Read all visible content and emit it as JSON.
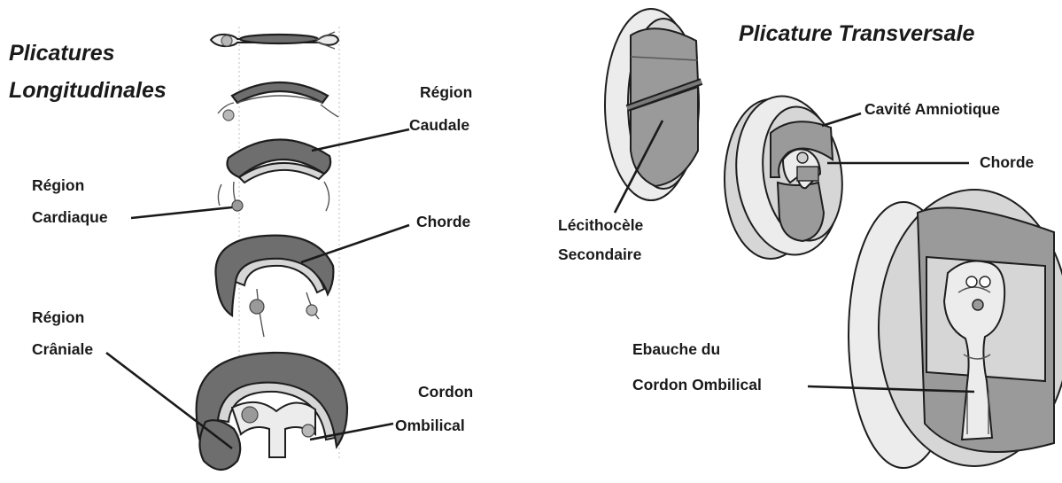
{
  "titles": {
    "longitudinal_line1": "Plicatures",
    "longitudinal_line2": "Longitudinales",
    "transverse": "Plicature Transversale"
  },
  "labels": {
    "caudale_1": "Région",
    "caudale_2": "Caudale",
    "cardiaque_1": "Région",
    "cardiaque_2": "Cardiaque",
    "chorde_left": "Chorde",
    "craniale_1": "Région",
    "craniale_2": "Crâniale",
    "cordon_1": "Cordon",
    "cordon_2": "Ombilical",
    "lecithocele_1": "Lécithocèle",
    "lecithocele_2": "Secondaire",
    "amniotique": "Cavité Amniotique",
    "chorde_right": "Chorde",
    "ebauche_1": "Ebauche du",
    "ebauche_2": "Cordon Ombilical"
  }
}
